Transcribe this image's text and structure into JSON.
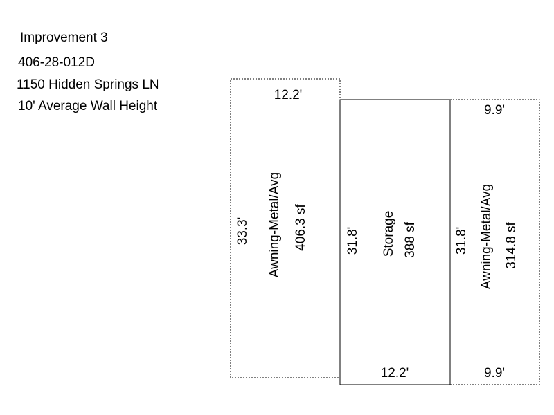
{
  "header": {
    "title": "Improvement 3",
    "parcel_id": "406-28-012D",
    "address": "1150 Hidden Springs LN",
    "wall_height": "10' Average Wall Height"
  },
  "sketch": {
    "areas": [
      {
        "label": "Awning-Metal/Avg",
        "area": "406.3 sf",
        "top_dim": "12.2'",
        "side_dim": "33.3'",
        "border": "dotted"
      },
      {
        "label": "Storage",
        "area": "388 sf",
        "bottom_dim": "12.2'",
        "side_dim": "31.8'",
        "border": "solid"
      },
      {
        "label": "Awning-Metal/Avg",
        "area": "314.8 sf",
        "top_dim": "9.9'",
        "bottom_dim": "9.9'",
        "side_dim": "31.8'",
        "border": "dotted"
      }
    ]
  }
}
